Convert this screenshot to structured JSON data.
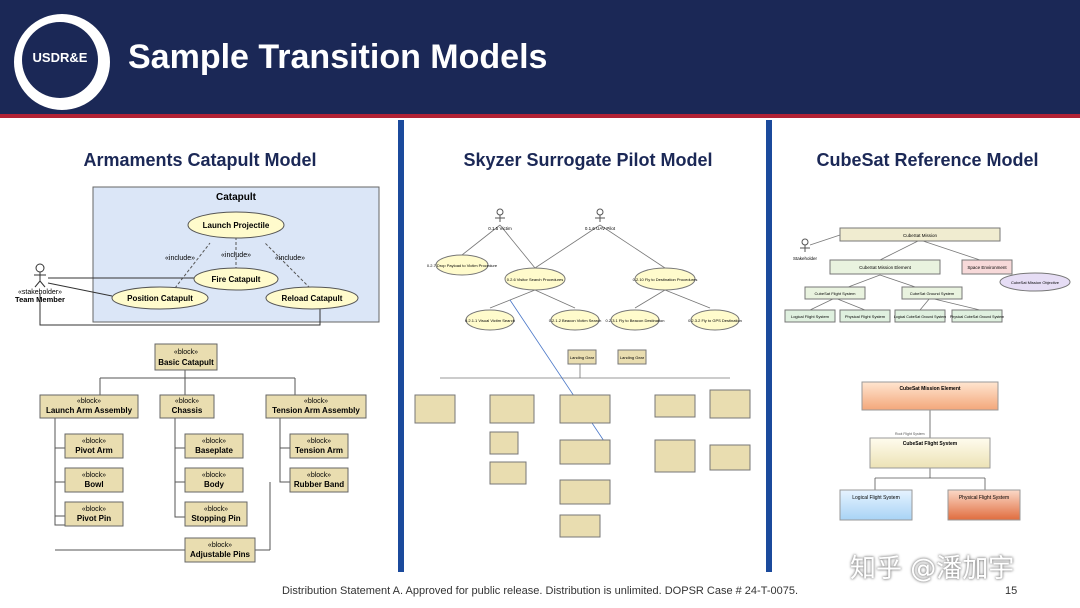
{
  "header": {
    "title": "Sample Transition Models",
    "logo_text": "USDR&E"
  },
  "panels": [
    {
      "title": "Armaments Catapult Model"
    },
    {
      "title": "Skyzer Surrogate Pilot Model"
    },
    {
      "title": "CubeSat Reference Model"
    }
  ],
  "catapult_usecase": {
    "boundary": "Catapult",
    "launch": "Launch Projectile",
    "fire": "Fire Catapult",
    "position": "Position Catapult",
    "reload": "Reload Catapult",
    "include": "«include»",
    "actor_stereotype": "«stakeholder»",
    "actor": "Team Member"
  },
  "catapult_blocks": {
    "stereo": "«block»",
    "basic": "Basic Catapult",
    "launch_arm": "Launch Arm Assembly",
    "chassis": "Chassis",
    "tension_arm": "Tension Arm Assembly",
    "pivot_arm": "Pivot Arm",
    "bowl": "Bowl",
    "pivot_pin": "Pivot Pin",
    "baseplate": "Baseplate",
    "body": "Body",
    "stopping_pin": "Stopping Pin",
    "tension": "Tension Arm",
    "rubber_band": "Rubber Band",
    "adjustable_pins": "Adjustable Pins"
  },
  "skyzer": {
    "actor1": "0.1.5 Victim",
    "actor2": "0.1.6 UAV Pilot",
    "uc1": "0.2.7 Drop Payload to Victim Procedure",
    "uc2": "0.2.6 Visitor Search Procedures",
    "uc3": "0.2.10 Fly to Destination Procedures",
    "uc4": "0.2.1.1 Visual Victim Search",
    "uc5": "0.2.1.2 Beacon Victim Search",
    "uc6": "0.2.3.1 Fly to Beacon Destination",
    "uc7": "0.2.3.2 Fly to GPS Destination",
    "landing": "Landing Gear",
    "landing2": "Landing Gear"
  },
  "cubesat": {
    "top": "CubeSat Mission",
    "stakeholder": "Stakeholder",
    "mission_element": "CubeSat Mission Element",
    "space_env": "Space Environment",
    "objective": "CubeSat Mission Objective",
    "flight_system": "CubeSat Flight System",
    "ground_system": "CubeSat Ground System",
    "logical_flight": "Logical Flight System",
    "physical_flight": "Physical Flight System",
    "logical_ground": "Logical CubeSat Ground System",
    "physical_ground": "Physical CubeSat Ground System",
    "zoom_mission": "CubeSat Mission Element",
    "zoom_flight": "CubeSat Flight System",
    "zoom_root": "Root Flight System",
    "zoom_logical": "Logical Flight System",
    "zoom_physical": "Physical Flight System"
  },
  "footer": {
    "statement": "Distribution Statement A.  Approved for public release. Distribution is unlimited. DOPSR Case # 24-T-0075.",
    "page": "15",
    "watermark": "知乎 @潘加宇"
  },
  "colors": {
    "navy": "#1b2856",
    "accent_blue": "#1b4a9c",
    "block_fill": "#e9ddb0",
    "usecase_fill": "#fffbcc",
    "boundary_fill": "#dbe6f7"
  }
}
